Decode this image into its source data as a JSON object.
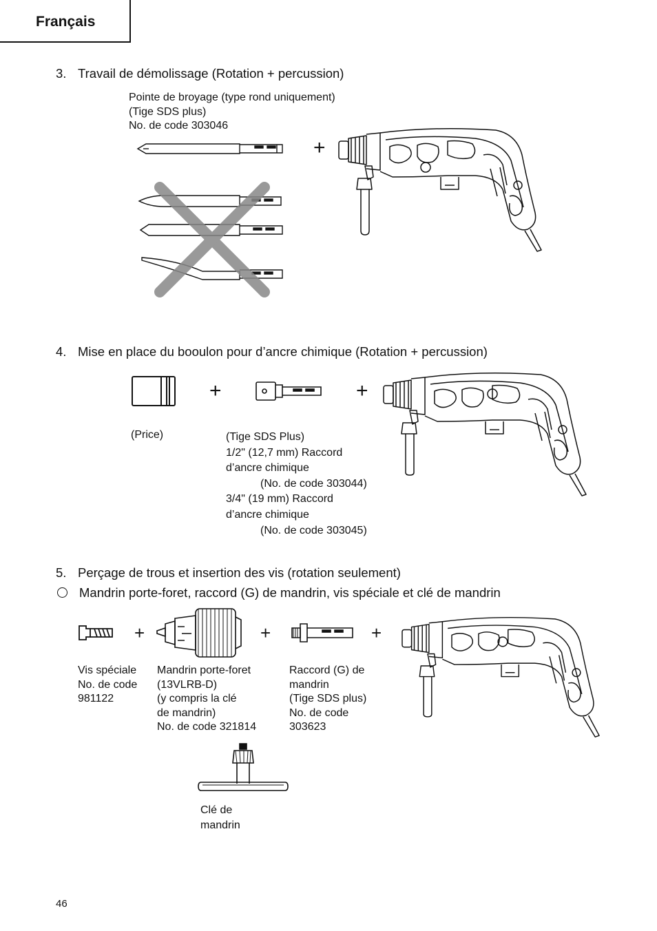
{
  "header": {
    "language_tab": "Français"
  },
  "section3": {
    "number": "3.",
    "title": "Travail de démolissage (Rotation + percussion)",
    "bit_label": [
      "Pointe de broyage (type rond uniquement)",
      "(Tige SDS plus)",
      "No. de code 303046"
    ],
    "plus": "+"
  },
  "section4": {
    "number": "4.",
    "title": "Mise en place du booulon pour d’ancre chimique (Rotation + percussion)",
    "price_label": "(Price)",
    "adapter_label": {
      "line1": "(Tige SDS Plus)",
      "line2": "1/2\" (12,7 mm) Raccord",
      "line3": "d’ancre chimique",
      "line4": "(No. de code 303044)",
      "line5": "3/4\" (19 mm) Raccord",
      "line6": "d’ancre chimique",
      "line7": "(No. de code 303045)"
    },
    "plus": "+"
  },
  "section5": {
    "number": "5.",
    "title": "Perçage de trous et insertion des vis (rotation seulement)",
    "bullet": "Mandrin porte-foret, raccord (G) de mandrin, vis spéciale et clé de mandrin",
    "screw_label": [
      "Vis spéciale",
      "No. de code",
      "981122"
    ],
    "chuck_label": [
      "Mandrin porte-foret",
      "(13VLRB-D)",
      "(y compris la clé",
      "de mandrin)",
      "No. de code 321814"
    ],
    "adapter_label": [
      "Raccord (G) de",
      "mandrin",
      "(Tige SDS plus)",
      "No. de code",
      "303623"
    ],
    "key_label": [
      "Clé de",
      "mandrin"
    ],
    "plus": "+"
  },
  "footer": {
    "page_number": "46"
  }
}
